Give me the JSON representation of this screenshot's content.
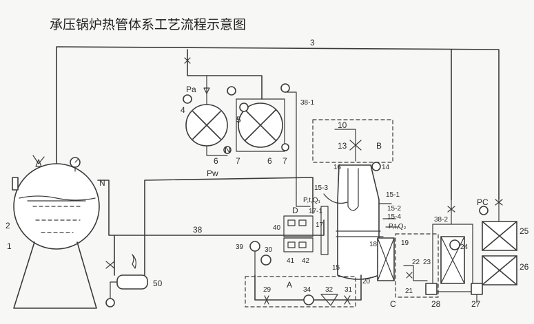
{
  "title": "承压锅炉热管体系工艺流程示意图",
  "labels": {
    "n3": "3",
    "pa": "Pa",
    "n4": "4",
    "n5": "5",
    "n6a": "6",
    "n7a": "7",
    "n6b": "6",
    "n7b": "7",
    "n38_1": "38-1",
    "n10": "10",
    "n13": "13",
    "B": "B",
    "pw": "Pw",
    "N1": "N",
    "n16": "16",
    "n14": "14",
    "n15_3": "15-3",
    "ptq1": "P,t,Q₁",
    "n15_1": "15-1",
    "n15_2": "15-2",
    "n15_4": "15-4",
    "ptq2": "P,t,Q₂",
    "D": "D",
    "n17_1": "17-1",
    "n17": "17",
    "n40": "40",
    "n41": "41",
    "n42": "42",
    "n38": "38",
    "n39": "39",
    "n30": "30",
    "n15": "15",
    "n18": "18",
    "n19": "19",
    "n38_2": "38-2",
    "PC": "PC",
    "n24": "24",
    "n25": "25",
    "n26": "26",
    "n2": "2",
    "n1": "1",
    "n50": "50",
    "A": "A",
    "n29": "29",
    "n34": "34",
    "n32": "32",
    "n31": "31",
    "n20": "20",
    "n22": "22",
    "n23": "23",
    "n21": "21",
    "C": "C",
    "n28": "28",
    "n27": "27",
    "N2": "N"
  }
}
